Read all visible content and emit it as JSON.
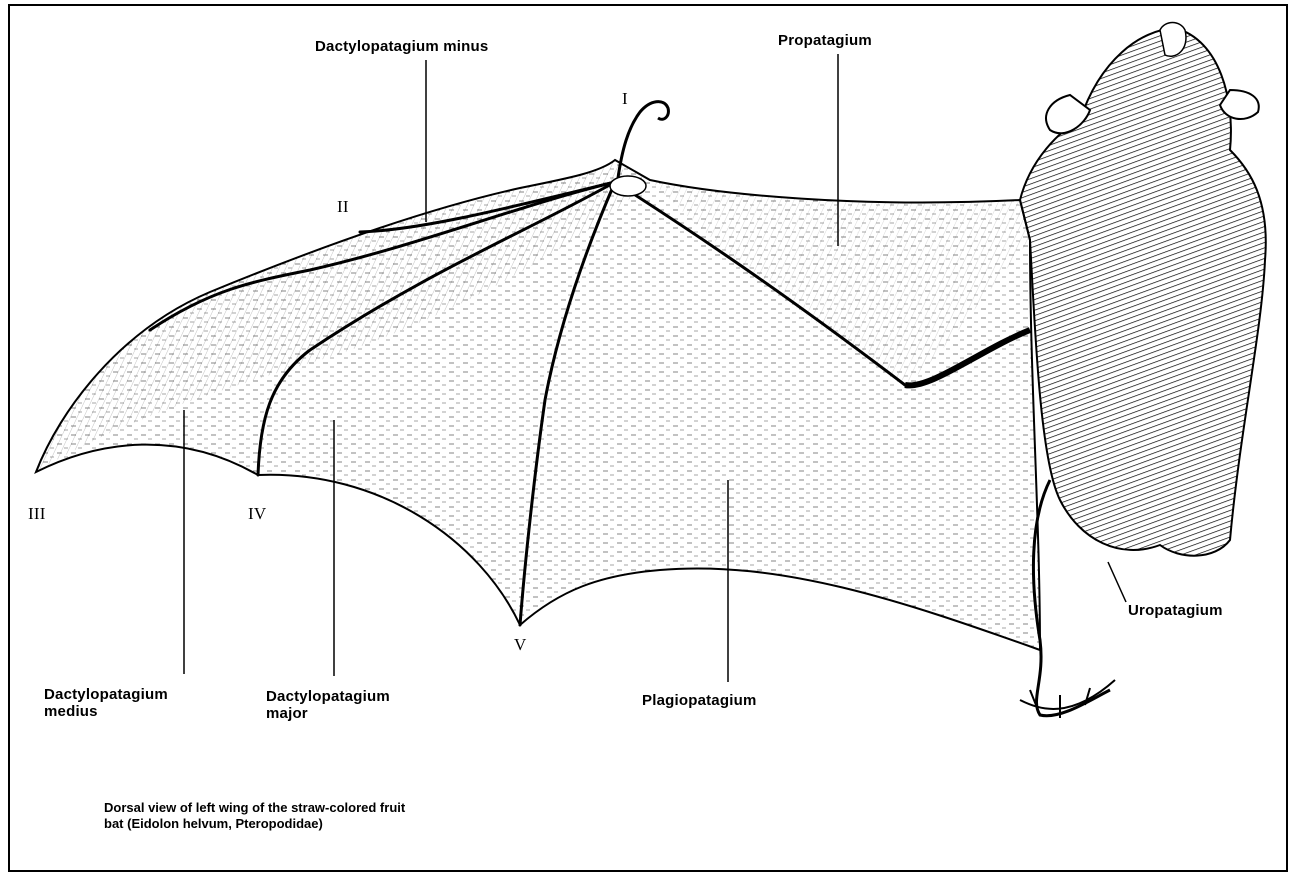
{
  "labels": {
    "dactylopatagium_minus": "Dactylopatagium minus",
    "propatagium": "Propatagium",
    "uropatagium": "Uropatagium",
    "plagiopatagium": "Plagiopatagium",
    "dactylopatagium_medius_1": "Dactylopatagium",
    "dactylopatagium_medius_2": "medius",
    "dactylopatagium_major_1": "Dactylopatagium",
    "dactylopatagium_major_2": "major"
  },
  "digits": {
    "i": "I",
    "ii": "II",
    "iii": "III",
    "iv": "IV",
    "v": "V"
  },
  "caption": {
    "line1": "Dorsal view of left wing of the straw-colored fruit",
    "line2": "bat (Eidolon helvum, Pteropodidae)"
  }
}
